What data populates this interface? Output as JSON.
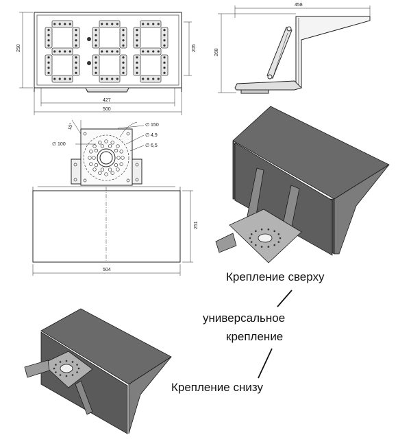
{
  "front_view": {
    "dim_overall_width": "500",
    "dim_digit_span": "427",
    "dim_height": "250",
    "dim_inner_height": "205"
  },
  "side_view": {
    "dim_depth": "458",
    "dim_height": "268"
  },
  "mount_view": {
    "dim_angle": "10°",
    "dim_d150": "∅ 150",
    "dim_d49": "∅ 4,9",
    "dim_d65": "∅ 6,5",
    "dim_d100": "∅ 100",
    "dim_width": "504",
    "dim_height": "251"
  },
  "labels": {
    "top_mount": "Крепление сверху",
    "universal_line1": "универсальное",
    "universal_line2": "крепление",
    "bottom_mount": "Крепление снизу"
  },
  "colors": {
    "line": "#222222",
    "housing_dark": "#5c5c5c",
    "housing_mid": "#7a7a7a",
    "housing_light": "#9a9a9a"
  }
}
